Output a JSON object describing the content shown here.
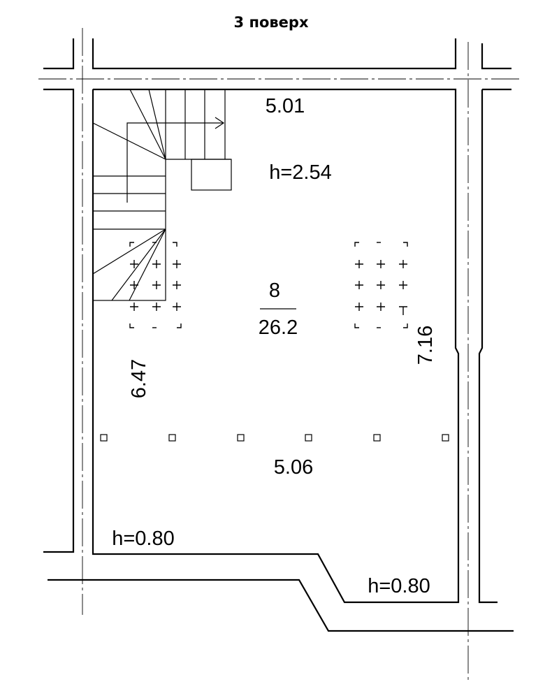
{
  "title": "3 поверх",
  "room": {
    "number": "8",
    "area": "26.2"
  },
  "dimensions": {
    "top_width": "5.01",
    "bottom_width": "5.06",
    "left_length": "6.47",
    "right_length": "7.16"
  },
  "heights": {
    "main": "h=2.54",
    "bottom_left": "h=0.80",
    "bottom_right": "h=0.80"
  }
}
